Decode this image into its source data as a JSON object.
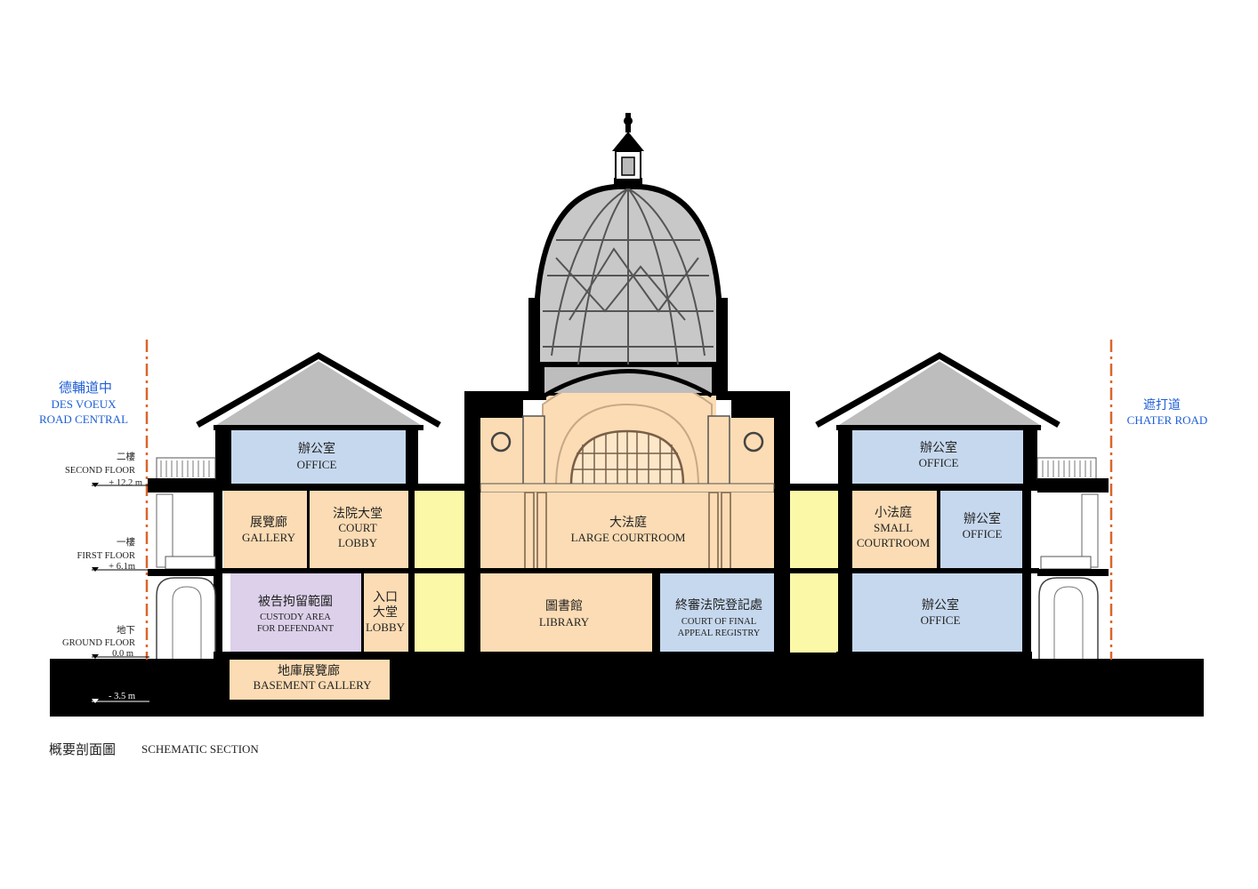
{
  "roads": {
    "left_cn": "德輔道中",
    "left_en_1": "DES VOEUX",
    "left_en_2": "ROAD CENTRAL",
    "right_cn": "遮打道",
    "right_en": "CHATER ROAD"
  },
  "levels": {
    "second_cn": "二樓",
    "second_en": "SECOND FLOOR",
    "second_elev": "+ 12.2 m",
    "first_cn": "一樓",
    "first_en": "FIRST FLOOR",
    "first_elev": "+ 6.1m",
    "ground_cn": "地下",
    "ground_en": "GROUND FLOOR",
    "ground_elev": "0.0 m",
    "basement_elev": "- 3.5 m"
  },
  "rooms": {
    "office_l_cn": "辦公室",
    "office_l_en": "OFFICE",
    "gallery_cn": "展覽廊",
    "gallery_en": "GALLERY",
    "court_lobby_cn": "法院大堂",
    "court_lobby_en_1": "COURT",
    "court_lobby_en_2": "LOBBY",
    "custody_cn": "被告拘留範圍",
    "custody_en_1": "CUSTODY AREA",
    "custody_en_2": "FOR DEFENDANT",
    "entrance_cn_1": "入口",
    "entrance_cn_2": "大堂",
    "entrance_en": "LOBBY",
    "basement_cn": "地庫展覽廊",
    "basement_en": "BASEMENT GALLERY",
    "large_court_cn": "大法庭",
    "large_court_en": "LARGE COURTROOM",
    "library_cn": "圖書館",
    "library_en": "LIBRARY",
    "registry_cn": "終審法院登記處",
    "registry_en_1": "COURT OF FINAL",
    "registry_en_2": "APPEAL REGISTRY",
    "office_r2_cn": "辦公室",
    "office_r2_en": "OFFICE",
    "small_court_cn": "小法庭",
    "small_court_en_1": "SMALL",
    "small_court_en_2": "COURTROOM",
    "office_r1_cn": "辦公室",
    "office_r1_en": "OFFICE",
    "office_rg_cn": "辦公室",
    "office_rg_en": "OFFICE"
  },
  "caption": {
    "cn": "概要剖面圖",
    "en": "SCHEMATIC SECTION"
  },
  "colors": {
    "office": "#c6d8ee",
    "gallery": "#fcdcb4",
    "custody": "#dcd0ea",
    "stair": "#fbf9a8",
    "roof": "#bdbdbd",
    "ground": "#000000",
    "boundary": "#d9662a",
    "road_label": "#1f5fd6"
  }
}
